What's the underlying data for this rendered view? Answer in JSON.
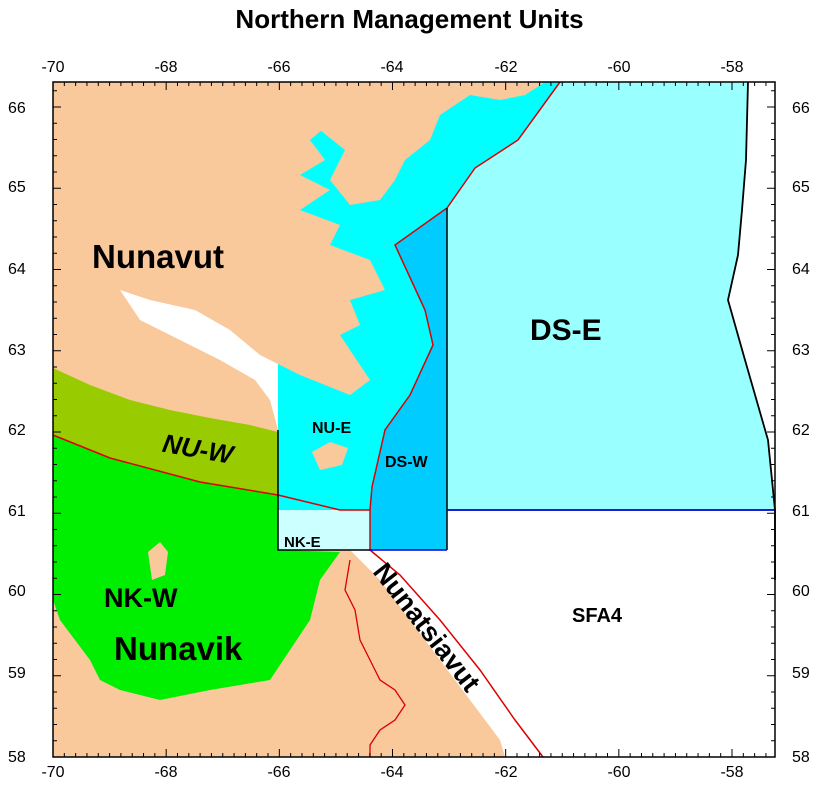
{
  "title": "Northern Management Units",
  "axes": {
    "x_ticks": [
      "-70",
      "-68",
      "-66",
      "-64",
      "-62",
      "-60",
      "-58"
    ],
    "y_ticks": [
      "66",
      "65",
      "64",
      "63",
      "62",
      "61",
      "60",
      "59",
      "58"
    ]
  },
  "regions": {
    "nunavut": "Nunavut",
    "nunavik": "Nunavik",
    "nunatsiavut": "Nunatsiavut",
    "nu_w": "NU-W",
    "nu_e": "NU-E",
    "ds_w": "DS-W",
    "ds_e": "DS-E",
    "nk_w": "NK-W",
    "nk_e": "NK-E",
    "sfa4": "SFA4"
  },
  "colors": {
    "land": "#f9c89b",
    "nu_e": "#00ffff",
    "ds_w": "#00ccff",
    "ds_e": "#99ffff",
    "nk_e": "#ccffff",
    "nu_w": "#99cc00",
    "nk_w": "#00ee00",
    "boundary_red": "#dd0000",
    "boundary_blue": "#0000cc"
  }
}
